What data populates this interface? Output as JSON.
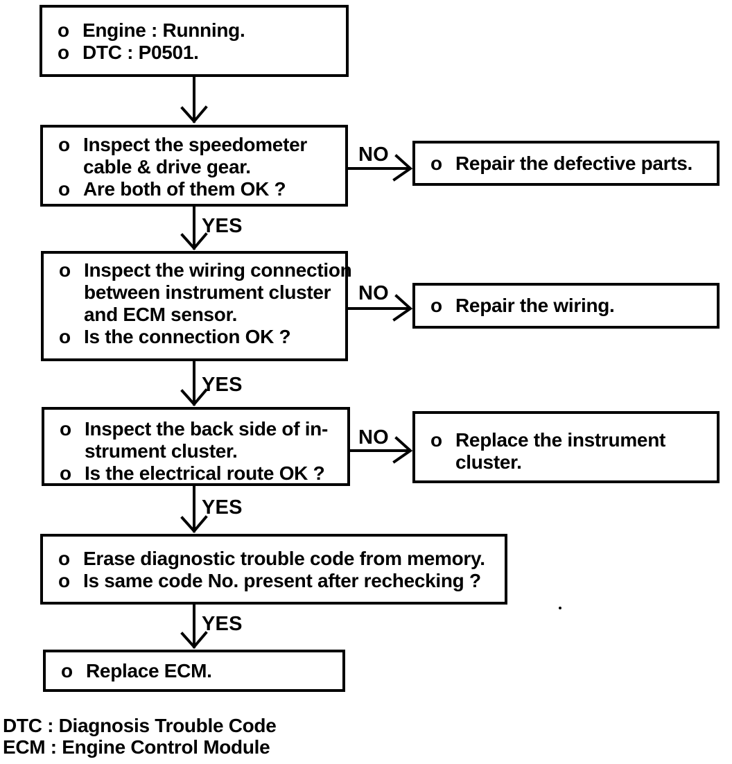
{
  "page": {
    "background_color": "#ffffff",
    "ink_color": "#000000"
  },
  "flow": {
    "start_box": {
      "lines": [
        {
          "bullet": "o",
          "text": "Engine : Running."
        },
        {
          "bullet": "o",
          "text": "DTC : P0501."
        }
      ]
    },
    "step1_box": {
      "lines": [
        {
          "bullet": "o",
          "text": "Inspect the speedometer"
        },
        {
          "bullet": "",
          "text": "cable & drive gear."
        },
        {
          "bullet": "o",
          "text": "Are both of them OK ?"
        }
      ]
    },
    "repair_parts_box": {
      "lines": [
        {
          "bullet": "o",
          "text": "Repair the defective parts."
        }
      ]
    },
    "step2_box": {
      "lines": [
        {
          "bullet": "o",
          "text": "Inspect the wiring connection"
        },
        {
          "bullet": "",
          "text": "between instrument cluster"
        },
        {
          "bullet": "",
          "text": "and ECM sensor."
        },
        {
          "bullet": "o",
          "text": "Is the connection OK ?"
        }
      ]
    },
    "repair_wiring_box": {
      "lines": [
        {
          "bullet": "o",
          "text": "Repair the wiring."
        }
      ]
    },
    "step3_box": {
      "lines": [
        {
          "bullet": "o",
          "text": "Inspect the back side of in-"
        },
        {
          "bullet": "",
          "text": "strument cluster."
        },
        {
          "bullet": "o",
          "text": "Is the electrical route OK ?"
        }
      ]
    },
    "replace_cluster_box": {
      "lines": [
        {
          "bullet": "o",
          "text": "Replace the instrument"
        },
        {
          "bullet": "",
          "text": "cluster."
        }
      ]
    },
    "step4_box": {
      "lines": [
        {
          "bullet": "o",
          "text": "Erase diagnostic trouble code from memory."
        },
        {
          "bullet": "o",
          "text": "Is same code No. present after rechecking ?"
        }
      ]
    },
    "replace_ecm_box": {
      "lines": [
        {
          "bullet": "o",
          "text": "Replace ECM."
        }
      ]
    },
    "labels": {
      "yes1": "YES",
      "yes2": "YES",
      "yes3": "YES",
      "yes4": "YES",
      "no1": "NO",
      "no2": "NO",
      "no3": "NO"
    }
  },
  "legend": {
    "line1": "DTC : Diagnosis Trouble Code",
    "line2": "ECM : Engine Control Module"
  }
}
